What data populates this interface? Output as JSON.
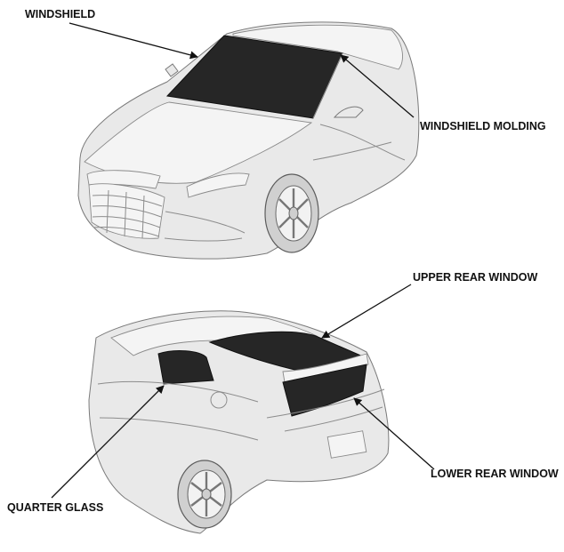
{
  "callouts": {
    "windshield": "WINDSHIELD",
    "windshield_molding": "WINDSHIELD MOLDING",
    "upper_rear_window": "UPPER REAR WINDOW",
    "lower_rear_window": "LOWER REAR WINDOW",
    "quarter_glass": "QUARTER GLASS"
  },
  "colors": {
    "glass": "#262626",
    "body": "#e9e9e9",
    "line": "#111111"
  }
}
